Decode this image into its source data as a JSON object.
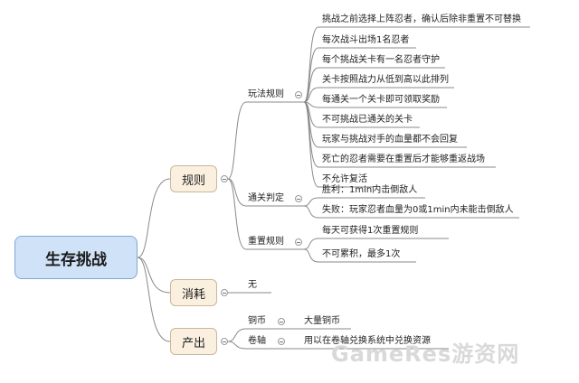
{
  "root": {
    "label": "生存挑战"
  },
  "categories": [
    {
      "label": "规则"
    },
    {
      "label": "消耗"
    },
    {
      "label": "产出"
    }
  ],
  "rules": {
    "gameplay": {
      "label": "玩法规则",
      "items": [
        "挑战之前选择上阵忍者，确认后除非重置不可替换",
        "每次战斗出场1名忍者",
        "每个挑战关卡有一名忍者守护",
        "关卡按照战力从低到高以此排列",
        "每通关一个关卡即可领取奖励",
        "不可挑战已通关的关卡",
        "玩家与挑战对手的血量都不会回复",
        "死亡的忍者需要在重置后才能够重返战场",
        "不允许复活"
      ]
    },
    "judge": {
      "label": "通关判定",
      "items": [
        "胜利：1min内击倒敌人",
        "失败：玩家忍者血量为0或1min内未能击倒敌人"
      ]
    },
    "reset": {
      "label": "重置规则",
      "items": [
        "每天可获得1次重置规则",
        "不可累积，最多1次"
      ]
    }
  },
  "consume": {
    "items": [
      "无"
    ]
  },
  "output": {
    "copper": {
      "label": "铜币",
      "value": "大量铜币"
    },
    "scroll": {
      "label": "卷轴",
      "value": "用以在卷轴兑换系统中兑换资源"
    }
  },
  "watermark": "GameRes游资网"
}
